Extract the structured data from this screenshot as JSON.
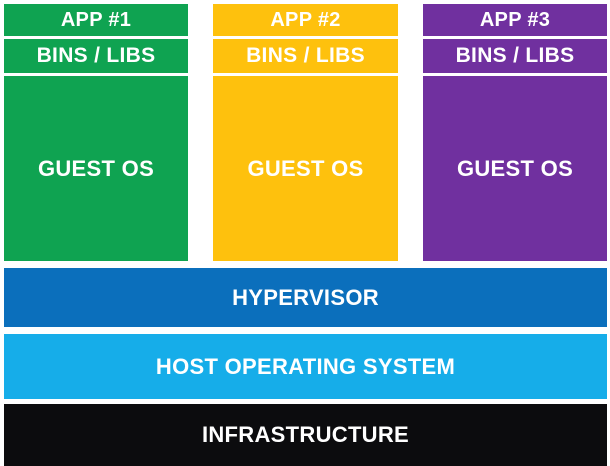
{
  "diagram": {
    "kind": "virtual-machine-architecture",
    "text_color": "#FFFFFF",
    "columns": [
      {
        "app_label": "APP #1",
        "bins_label": "BINS / LIBS",
        "guest_label": "GUEST OS",
        "color": "#0FA351"
      },
      {
        "app_label": "APP #2",
        "bins_label": "BINS / LIBS",
        "guest_label": "GUEST OS",
        "color": "#FEC10D"
      },
      {
        "app_label": "APP #3",
        "bins_label": "BINS / LIBS",
        "guest_label": "GUEST OS",
        "color": "#70309F"
      }
    ],
    "layers": [
      {
        "label": "HYPERVISOR",
        "color": "#0B6FBC"
      },
      {
        "label": "HOST OPERATING SYSTEM",
        "color": "#16ADE9"
      },
      {
        "label": "INFRASTRUCTURE",
        "color": "#0C0C0E"
      }
    ]
  }
}
